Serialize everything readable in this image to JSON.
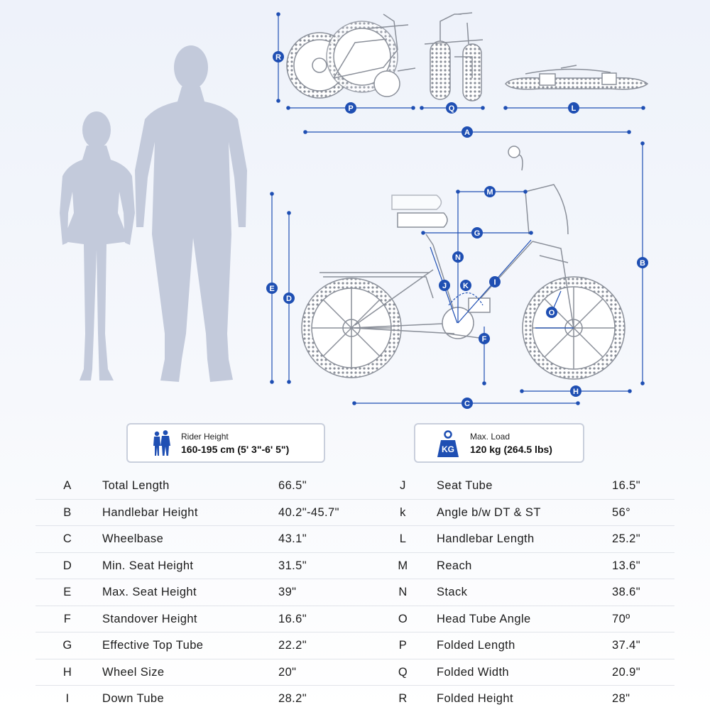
{
  "labels": [
    "A",
    "B",
    "C",
    "D",
    "E",
    "F",
    "G",
    "H",
    "I",
    "J",
    "K",
    "L",
    "M",
    "N",
    "O",
    "P",
    "Q",
    "R"
  ],
  "colors": {
    "accent": "#1f4fb3",
    "silhouette": "#c3cadb",
    "line": "#9aa0aa",
    "text": "#1b1b1b"
  },
  "rider": {
    "icon": "riders-icon",
    "caption": "Rider Height",
    "value": "160-195 cm (5' 3\"-6' 5\")"
  },
  "load": {
    "icon": "weight-kg-icon",
    "badge": "KG",
    "caption": "Max. Load",
    "value": "120 kg (264.5 lbs)"
  },
  "specs_left": [
    {
      "letter": "A",
      "name": "Total Length",
      "value": "66.5\""
    },
    {
      "letter": "B",
      "name": "Handlebar Height",
      "value": "40.2\"-45.7\""
    },
    {
      "letter": "C",
      "name": "Wheelbase",
      "value": "43.1\""
    },
    {
      "letter": "D",
      "name": "Min. Seat Height",
      "value": "31.5\""
    },
    {
      "letter": "E",
      "name": "Max. Seat Height",
      "value": "39\""
    },
    {
      "letter": "F",
      "name": "Standover Height",
      "value": "16.6\""
    },
    {
      "letter": "G",
      "name": "Effective Top Tube",
      "value": "22.2\""
    },
    {
      "letter": "H",
      "name": "Wheel Size",
      "value": "20\""
    },
    {
      "letter": "I",
      "name": "Down Tube",
      "value": "28.2\""
    }
  ],
  "specs_right": [
    {
      "letter": "J",
      "name": "Seat Tube",
      "value": "16.5\""
    },
    {
      "letter": "k",
      "name": "Angle b/w DT & ST",
      "value": "56°"
    },
    {
      "letter": "L",
      "name": "Handlebar Length",
      "value": "25.2\""
    },
    {
      "letter": "M",
      "name": "Reach",
      "value": "13.6\""
    },
    {
      "letter": "N",
      "name": "Stack",
      "value": "38.6\""
    },
    {
      "letter": "O",
      "name": "Head Tube Angle",
      "value": "70º"
    },
    {
      "letter": "P",
      "name": "Folded Length",
      "value": "37.4\""
    },
    {
      "letter": "Q",
      "name": "Folded Width",
      "value": "20.9\""
    },
    {
      "letter": "R",
      "name": "Folded Height",
      "value": "28\""
    }
  ]
}
